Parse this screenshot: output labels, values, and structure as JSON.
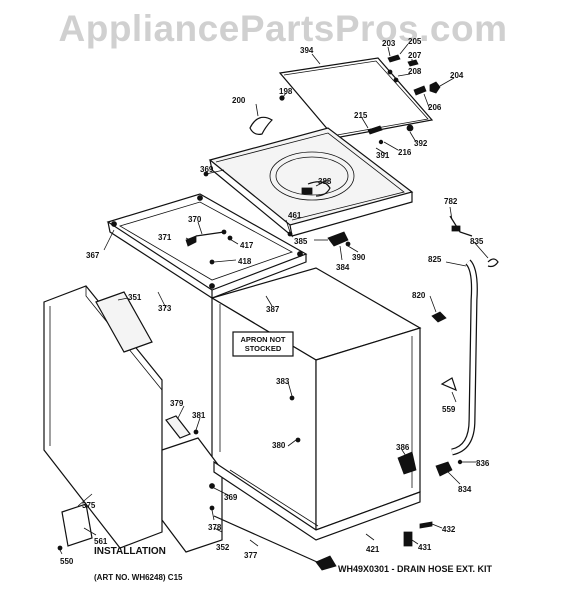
{
  "watermark": "AppliancePartsPros.com",
  "apron_note": [
    "APRON NOT",
    "STOCKED"
  ],
  "kit_caption": "WH49X0301 - DRAIN HOSE EXT. KIT",
  "installation_label": "INSTALLATION",
  "art_number": "(ART NO. WH6248) C15",
  "callouts": {
    "p200": "200",
    "p198": "198",
    "p394": "394",
    "p205": "205",
    "p207": "207",
    "p208": "208",
    "p204": "204",
    "p206": "206",
    "p215": "215",
    "p216": "216",
    "p391": "391",
    "p392": "392",
    "p388": "388",
    "p369a": "369",
    "p370": "370",
    "p371": "371",
    "p417": "417",
    "p418": "418",
    "p367": "367",
    "p461": "461",
    "p385": "385",
    "p384": "384",
    "p390": "390",
    "p782": "782",
    "p835": "835",
    "p825": "825",
    "p820": "820",
    "p351": "351",
    "p373": "373",
    "p387": "387",
    "p383": "383",
    "p559": "559",
    "p379": "379",
    "p381": "381",
    "p380": "380",
    "p386": "386",
    "p836": "836",
    "p834": "834",
    "p375": "375",
    "p369b": "369",
    "p378": "378",
    "p432": "432",
    "p431": "431",
    "p421": "421",
    "p352": "352",
    "p377": "377",
    "p561": "561",
    "p550": "550"
  }
}
